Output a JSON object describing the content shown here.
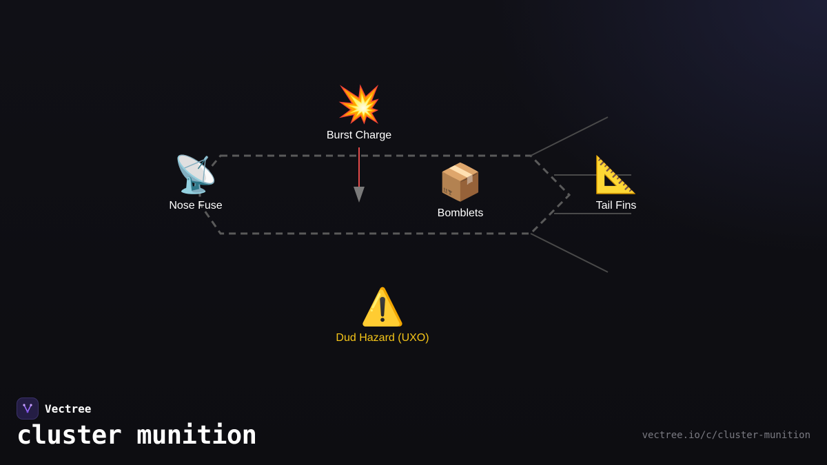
{
  "diagram": {
    "nodes": [
      {
        "id": "nose-fuse",
        "emoji": "📡",
        "label": "Nose Fuse"
      },
      {
        "id": "burst-charge",
        "emoji": "💥",
        "label": "Burst Charge"
      },
      {
        "id": "bomblets",
        "emoji": "📦",
        "label": "Bomblets"
      },
      {
        "id": "tail-fins",
        "emoji": "📐",
        "label": "Tail Fins"
      },
      {
        "id": "dud-hazard",
        "emoji": "⚠️",
        "label": "Dud Hazard (UXO)"
      }
    ],
    "colors": {
      "outline": "#5a5a5a",
      "fins": "#4a4a4a",
      "arrow_line": "#e34a4a",
      "arrow_head": "#7a7a7a",
      "warning_label": "#f5c518"
    }
  },
  "branding": {
    "brand_name": "Vectree",
    "logo_icon": "vectree-fork-icon",
    "page_title": "cluster munition",
    "url": "vectree.io/c/cluster-munition"
  }
}
